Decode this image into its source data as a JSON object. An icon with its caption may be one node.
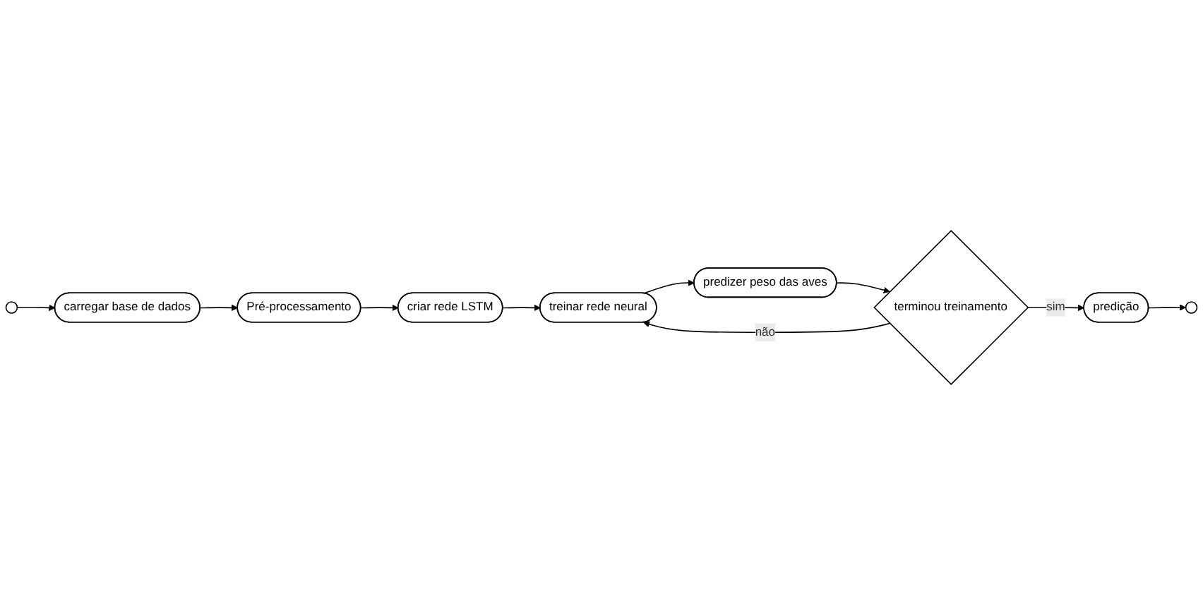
{
  "diagram": {
    "nodes": [
      {
        "text": [],
        "shape": "circle"
      },
      {
        "text": [
          "carregar base de dados"
        ]
      },
      {
        "text": [
          "Pré-processamento"
        ]
      },
      {
        "text": [
          "criar rede LSTM"
        ]
      },
      {
        "text": [
          "treinar rede neural"
        ]
      },
      {
        "text": [
          "predizer peso das aves"
        ]
      },
      {
        "text": [
          "terminou treinamento"
        ]
      },
      {
        "text": [
          "predição"
        ]
      },
      {
        "text": [],
        "shape": "circle"
      }
    ],
    "edges": [
      {
        "from": 0,
        "to": 1,
        "arrow": "to"
      },
      {
        "from": 1,
        "to": 2,
        "arrow": "to"
      },
      {
        "from": 2,
        "to": 3,
        "arrow": "to"
      },
      {
        "from": 3,
        "to": 4,
        "arrow": "to"
      },
      {
        "from": 4,
        "to": 5,
        "arrow": "to"
      },
      {
        "from": 5,
        "to": 6,
        "arrow": "to"
      },
      {
        "from": 6,
        "to": 4,
        "arrow": "to",
        "label": "não"
      },
      {
        "from": 6,
        "to": 7,
        "arrow": "to",
        "label": "sim"
      },
      {
        "from": 7,
        "to": 8,
        "arrow": "to"
      }
    ]
  }
}
